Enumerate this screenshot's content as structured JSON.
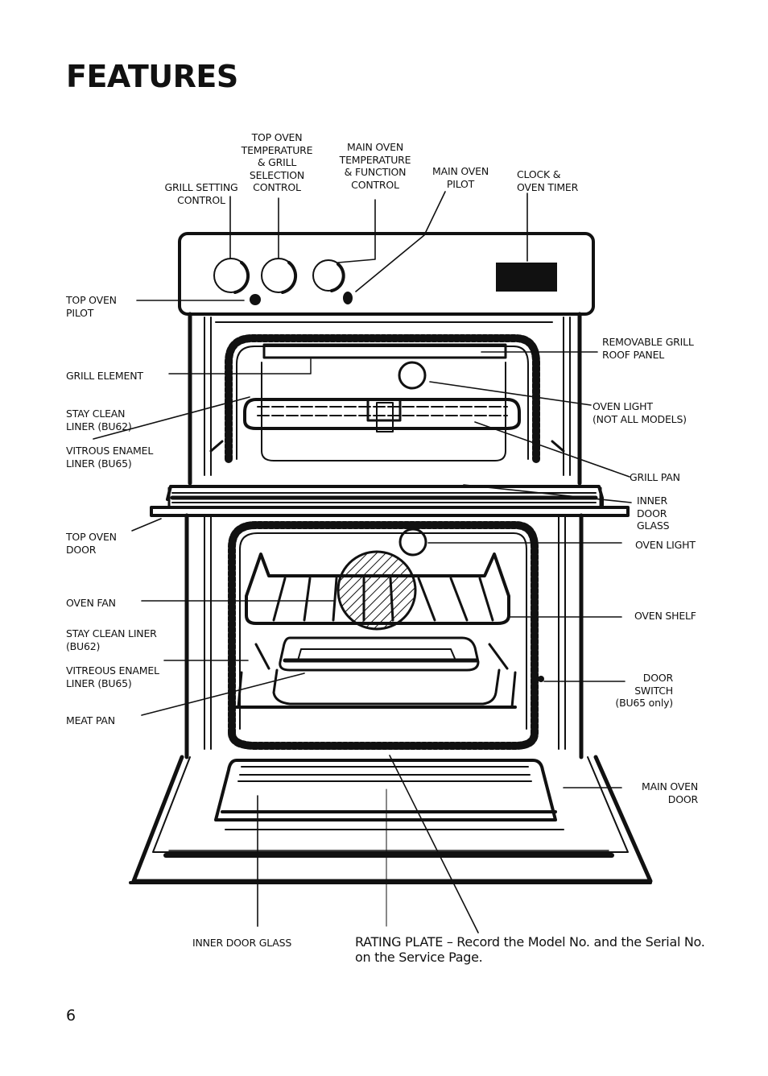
{
  "page": {
    "title": "FEATURES",
    "page_number": "6"
  },
  "labels": {
    "grill_setting_control": "GRILL SETTING\nCONTROL",
    "top_oven_temp_control": "TOP OVEN\nTEMPERATURE\n& GRILL\nSELECTION\nCONTROL",
    "main_oven_temp_control": "MAIN OVEN\nTEMPERATURE\n& FUNCTION\nCONTROL",
    "main_oven_pilot": "MAIN OVEN\nPILOT",
    "clock_oven_timer": "CLOCK &\nOVEN TIMER",
    "top_oven_pilot": "TOP OVEN\nPILOT",
    "grill_element": "GRILL ELEMENT",
    "stay_clean_liner_top": "STAY CLEAN\nLINER (BU62)",
    "vitrous_enamel_liner_top": "VITROUS ENAMEL\nLINER (BU65)",
    "top_oven_door": "TOP OVEN\nDOOR",
    "oven_fan": "OVEN FAN",
    "stay_clean_liner_main": "STAY CLEAN LINER\n(BU62)",
    "vitreous_enamel_liner_main": "VITREOUS ENAMEL\nLINER (BU65)",
    "meat_pan": "MEAT PAN",
    "removable_grill_roof_panel": "REMOVABLE GRILL\nROOF PANEL",
    "oven_light_top": "OVEN LIGHT\n(NOT ALL MODELS)",
    "grill_pan": "GRILL PAN",
    "inner_door_glass_top": "INNER\nDOOR\nGLASS",
    "oven_light_main": "OVEN LIGHT",
    "oven_shelf": "OVEN SHELF",
    "door_switch": "DOOR\nSWITCH\n(BU65 only)",
    "main_oven_door": "MAIN OVEN\nDOOR",
    "inner_door_glass_bottom": "INNER DOOR GLASS"
  },
  "rating_plate_note": "RATING PLATE – Record the Model No. and the Serial No. on the Service Page.",
  "icons": {
    "control_knob": "circle-knob",
    "pilot_light": "filled-dot",
    "clock_display": "black-rectangle"
  }
}
